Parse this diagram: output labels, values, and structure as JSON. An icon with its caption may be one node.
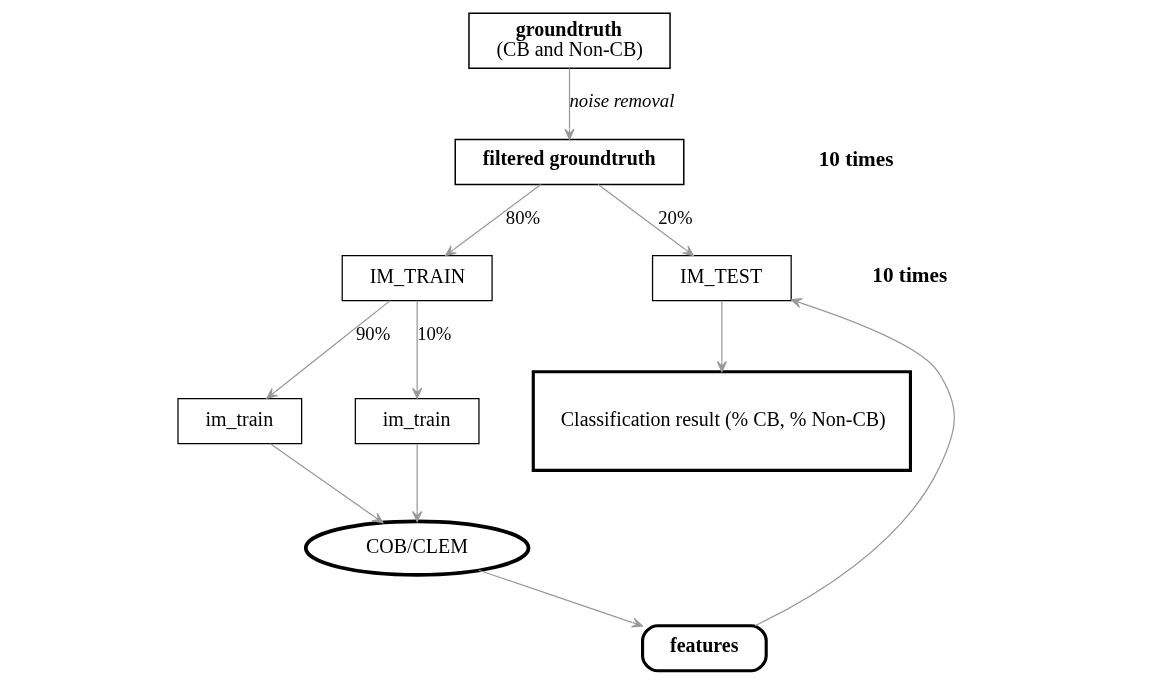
{
  "diagram": {
    "nodes": [
      {
        "text": [
          "groundtruth",
          "(CB and Non-CB)"
        ]
      },
      {
        "text": [
          "filtered groundtruth"
        ]
      },
      {
        "text": [
          "IM_TRAIN"
        ]
      },
      {
        "text": [
          "IM_TEST"
        ]
      },
      {
        "text": [
          "im_train"
        ]
      },
      {
        "text": [
          "im_train"
        ]
      },
      {
        "text": [
          "COB/CLEM"
        ]
      },
      {
        "text": [
          "features"
        ]
      },
      {
        "text": [
          "Classification result (% CB, % Non-CB)"
        ]
      }
    ],
    "edges": [
      {
        "from": 0,
        "to": 1,
        "arrow": "to",
        "label": "noise removal"
      },
      {
        "from": 1,
        "to": 2,
        "arrow": "to",
        "label": "80%"
      },
      {
        "from": 1,
        "to": 3,
        "arrow": "to",
        "label": "20%"
      },
      {
        "from": 2,
        "to": 4,
        "arrow": "to",
        "label": "90%"
      },
      {
        "from": 2,
        "to": 5,
        "arrow": "to",
        "label": "10%"
      },
      {
        "from": 4,
        "to": 6,
        "arrow": "to"
      },
      {
        "from": 5,
        "to": 6,
        "arrow": "to"
      },
      {
        "from": 6,
        "to": 7,
        "arrow": "to"
      },
      {
        "from": 7,
        "to": 3,
        "arrow": "to"
      },
      {
        "from": 3,
        "to": 8,
        "arrow": "to"
      }
    ],
    "labels": [
      "10 times",
      "10 times"
    ]
  }
}
